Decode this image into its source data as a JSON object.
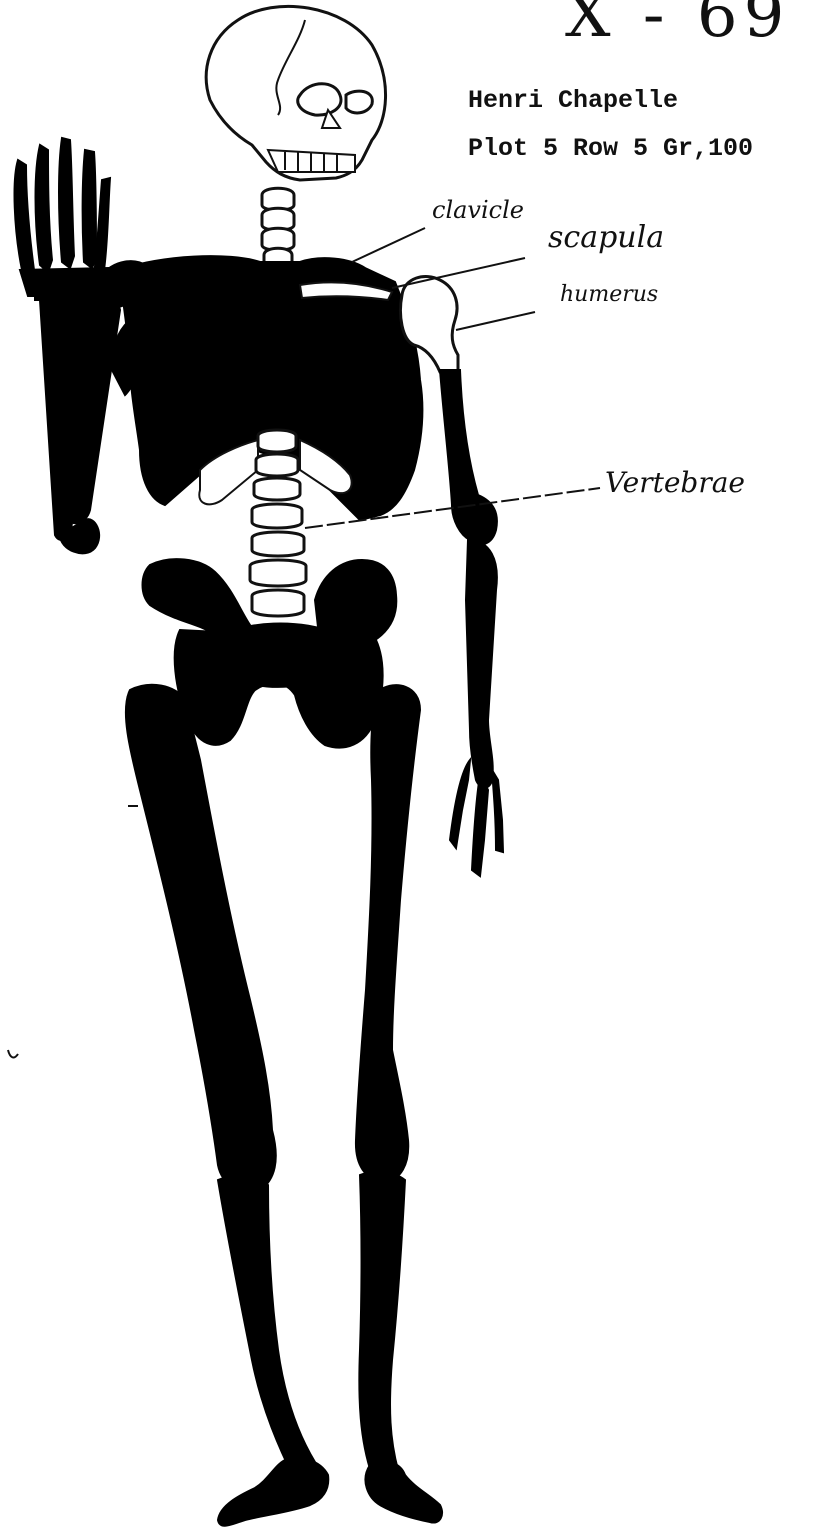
{
  "document": {
    "specimen_id": "X - 69",
    "typed_lines": [
      "Henri Chapelle",
      "Plot 5 Row 5 Gr,100"
    ]
  },
  "annotations": [
    {
      "id": "clavicle",
      "text": "clavicle"
    },
    {
      "id": "scapula",
      "text": "scapula"
    },
    {
      "id": "humerus",
      "text": "humerus"
    },
    {
      "id": "vertebrae",
      "text": "Vertebrae"
    }
  ],
  "colors": {
    "ink": "#111111",
    "bone_fill": "#000000",
    "unshaded_bone": "#ffffff",
    "paper": "#ffffff"
  }
}
